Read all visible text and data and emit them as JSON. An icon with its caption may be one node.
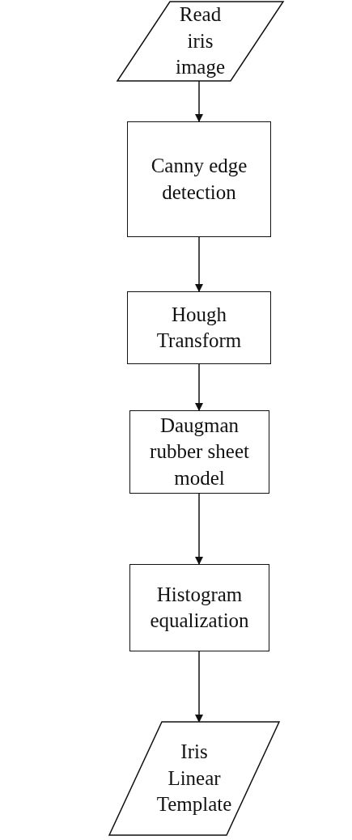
{
  "diagram": {
    "nodes": [
      {
        "text": [
          "Read iris image"
        ]
      },
      {
        "text": [
          "Canny edge detection"
        ]
      },
      {
        "text": [
          "Hough Transform"
        ]
      },
      {
        "text": [
          "Daugman rubber sheet model"
        ]
      },
      {
        "text": [
          "Histogram equalization"
        ]
      },
      {
        "text": [
          "Iris Linear Template"
        ]
      }
    ],
    "edges": [
      {
        "from": 0,
        "to": 1,
        "arrow": "to"
      },
      {
        "from": 1,
        "to": 2,
        "arrow": "to"
      },
      {
        "from": 2,
        "to": 3,
        "arrow": "to"
      },
      {
        "from": 3,
        "to": 4,
        "arrow": "to"
      },
      {
        "from": 4,
        "to": 5,
        "arrow": "to"
      }
    ]
  }
}
